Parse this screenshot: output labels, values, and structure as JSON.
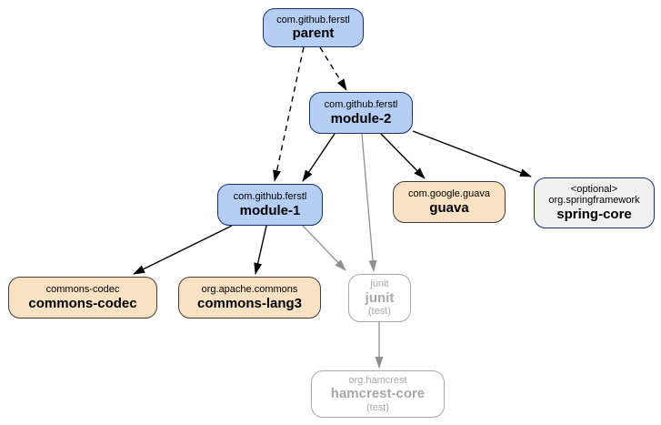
{
  "diagram_type": "maven-dependency-graph",
  "nodes": {
    "parent": {
      "group_id": "com.github.ferstl",
      "artifact_id": "parent"
    },
    "module_2": {
      "group_id": "com.github.ferstl",
      "artifact_id": "module-2"
    },
    "module_1": {
      "group_id": "com.github.ferstl",
      "artifact_id": "module-1"
    },
    "guava": {
      "group_id": "com.google.guava",
      "artifact_id": "guava"
    },
    "spring_core": {
      "optional_label": "<optional>",
      "group_id": "org.springframework",
      "artifact_id": "spring-core"
    },
    "commons_codec": {
      "group_id": "commons-codec",
      "artifact_id": "commons-codec"
    },
    "commons_lang3": {
      "group_id": "org.apache.commons",
      "artifact_id": "commons-lang3"
    },
    "junit": {
      "group_id": "junit",
      "artifact_id": "junit",
      "scope_label": "(test)"
    },
    "hamcrest_core": {
      "group_id": "org.hamcrest",
      "artifact_id": "hamcrest-core",
      "scope_label": "(test)"
    }
  },
  "edges": [
    {
      "from": "parent",
      "to": "module-2",
      "style": "dashed",
      "color": "#000000"
    },
    {
      "from": "parent",
      "to": "module-1",
      "style": "dashed",
      "color": "#000000"
    },
    {
      "from": "module-2",
      "to": "module-1",
      "style": "solid",
      "color": "#000000"
    },
    {
      "from": "module-2",
      "to": "guava",
      "style": "solid",
      "color": "#000000"
    },
    {
      "from": "module-2",
      "to": "spring-core",
      "style": "solid",
      "color": "#000000"
    },
    {
      "from": "module-2",
      "to": "junit",
      "style": "solid",
      "color": "#909090"
    },
    {
      "from": "module-1",
      "to": "commons-codec",
      "style": "solid",
      "color": "#000000"
    },
    {
      "from": "module-1",
      "to": "commons-lang3",
      "style": "solid",
      "color": "#000000"
    },
    {
      "from": "module-1",
      "to": "junit",
      "style": "solid",
      "color": "#909090"
    },
    {
      "from": "junit",
      "to": "hamcrest-core",
      "style": "solid",
      "color": "#909090"
    }
  ],
  "colors": {
    "blue_fill": "#b6cdf4",
    "blue_border": "#15316e",
    "tan_fill": "#f9e2c3",
    "tan_border": "#433b31",
    "optional_fill": "#f0f0f0",
    "gray_node": "#a8a8a8",
    "edge_black": "#000000",
    "edge_gray": "#909090"
  }
}
